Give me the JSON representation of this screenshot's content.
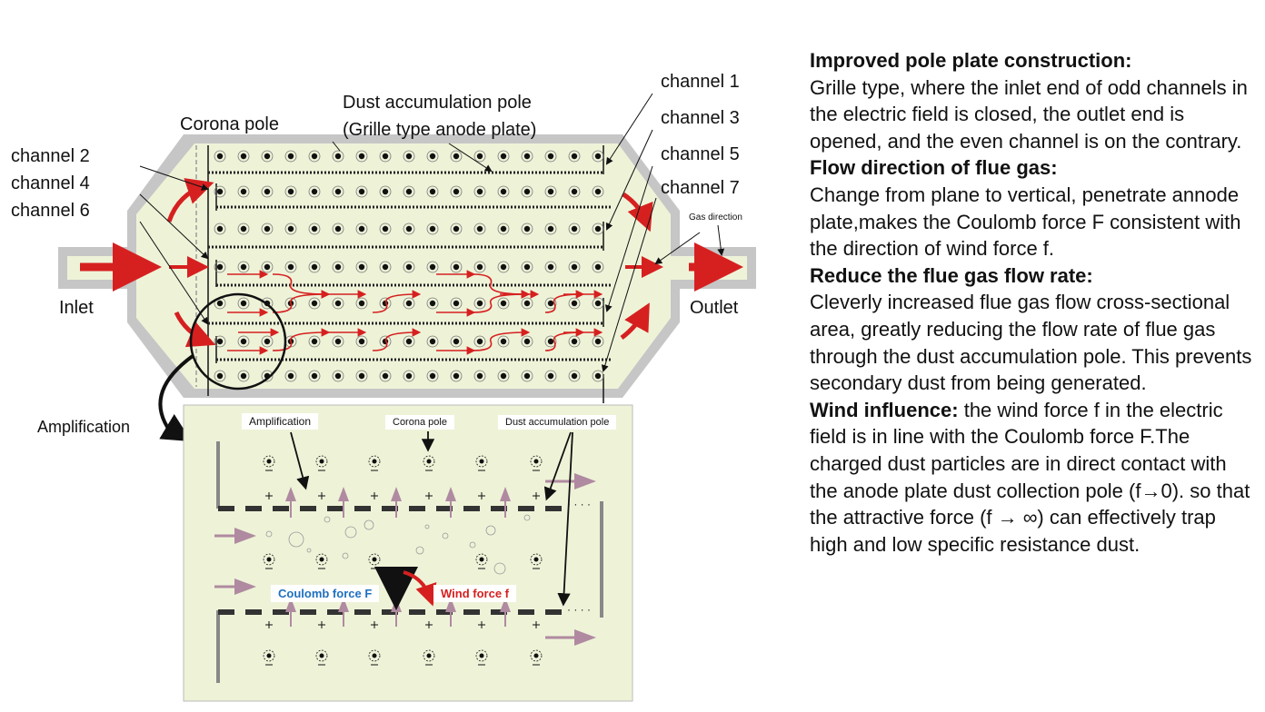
{
  "diagram": {
    "labels": {
      "corona_pole": "Corona pole",
      "dust_pole_line1": "Dust accumulation pole",
      "dust_pole_line2": "(Grille type anode plate)",
      "channel_1": "channel 1",
      "channel_2": "channel 2",
      "channel_3": "channel 3",
      "channel_4": "channel 4",
      "channel_5": "channel 5",
      "channel_6": "channel 6",
      "channel_7": "channel 7",
      "inlet": "Inlet",
      "outlet": "Outlet",
      "gas_direction": "Gas direction",
      "amplification_outer": "Amplification"
    },
    "zoom": {
      "amplification": "Amplification",
      "corona_pole": "Corona pole",
      "dust_pole": "Dust accumulation pole",
      "coulomb_force": "Coulomb force F",
      "wind_force": "Wind force f",
      "dots": "· · · ·"
    },
    "colors": {
      "background_panel": "#eef3d8",
      "casing": "#c6c6c6",
      "arrow_red": "#d62020",
      "arrow_mauve": "#b08aa0",
      "coulomb_blue": "#1f6fbf"
    }
  },
  "description": {
    "sections": [
      {
        "heading": "Improved pole plate construction:",
        "body": "Grille type, where the inlet end of odd channels in the electric field is closed, the outlet end is opened, and the even channel is on the contrary."
      },
      {
        "heading": "Flow direction of flue gas:",
        "body": "Change from plane to vertical, penetrate annode plate,makes the Coulomb force F consistent with the direction of wind force f."
      },
      {
        "heading": "Reduce the flue gas flow rate:",
        "body": "Cleverly increased flue gas flow cross-sectional area, greatly reducing the flow rate of flue gas through the dust accumulation pole. This prevents secondary dust from being generated."
      },
      {
        "heading": "Wind influence:",
        "body": "the wind force f in the electric field is in line with the Coulomb force F.The charged dust particles are in direct contact with the anode plate dust collection pole (f→0). so that the attractive force (f → ∞) can effectively trap high and low specific resistance dust."
      }
    ]
  }
}
